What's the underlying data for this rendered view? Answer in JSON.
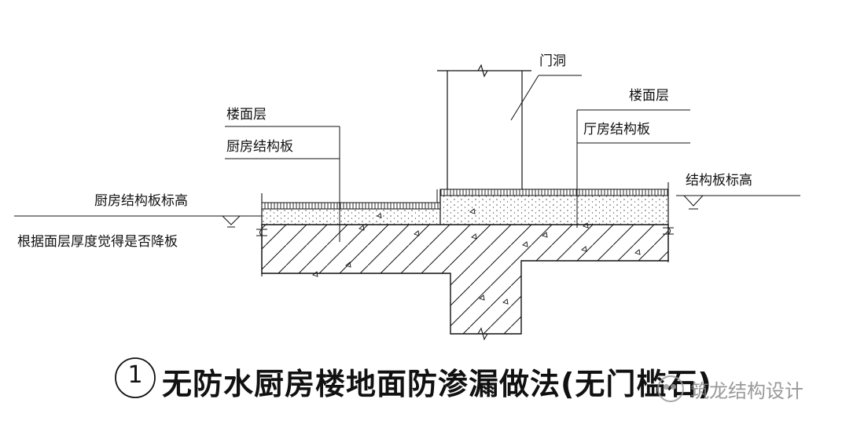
{
  "labels": {
    "door_opening": "门洞",
    "floor_layer_left": "楼面层",
    "kitchen_slab": "厨房结构板",
    "floor_layer_right": "楼面层",
    "hall_slab": "厅房结构板",
    "kitchen_slab_elevation": "厨房结构板标高",
    "slab_elevation": "结构板标高",
    "note": "根据面层厚度觉得是否降板"
  },
  "title": {
    "number": "1",
    "text": "无防水厨房楼地面防渗漏做法(无门槛石)"
  },
  "watermark": "筑龙结构设计",
  "colors": {
    "line": "#111111",
    "background": "#ffffff",
    "watermark": "#888888"
  }
}
